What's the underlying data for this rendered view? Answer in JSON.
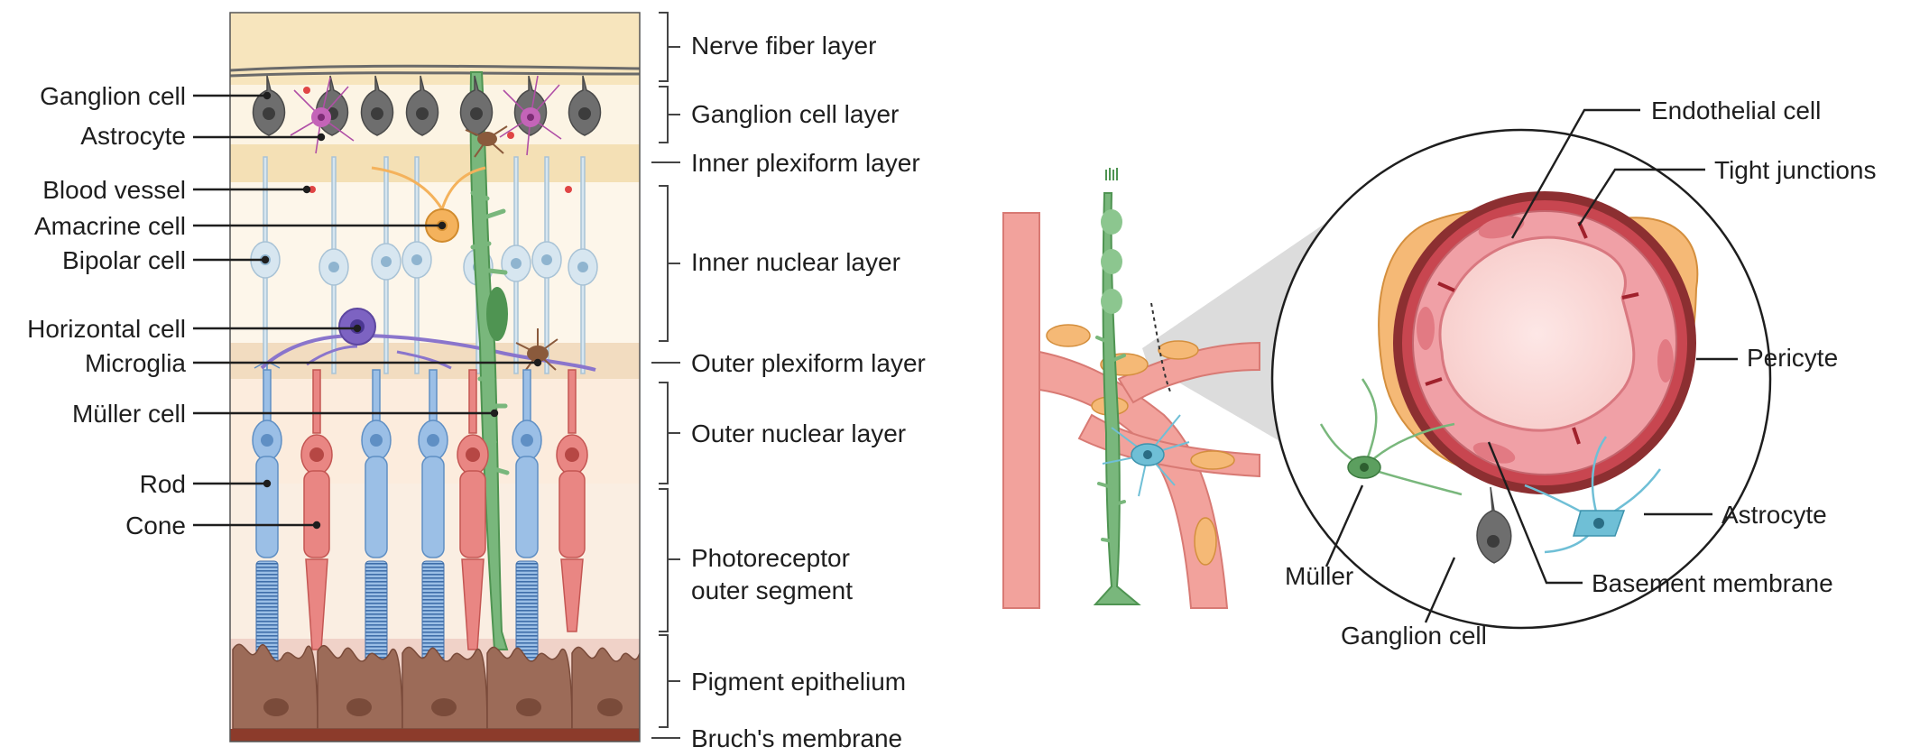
{
  "left_panel": {
    "cell_labels": [
      "Ganglion cell",
      "Astrocyte",
      "Blood vessel",
      "Amacrine cell",
      "Bipolar cell",
      "Horizontal cell",
      "Microglia",
      "Müller cell",
      "Rod",
      "Cone"
    ],
    "layer_labels": [
      "Nerve fiber layer",
      "Ganglion cell layer",
      "Inner plexiform layer",
      "Inner nuclear layer",
      "Outer plexiform layer",
      "Outer nuclear layer",
      "Photoreceptor",
      "outer segment",
      "Pigment epithelium",
      "Bruch's membrane"
    ]
  },
  "right_panel": {
    "labels": [
      "Endothelial cell",
      "Tight junctions",
      "Pericyte",
      "Astrocyte",
      "Basement membrane",
      "Ganglion cell",
      "Müller"
    ]
  },
  "colors": {
    "ganglion": "#6e6e6e",
    "astrocyte": "#b04fa6",
    "amacrine": "#f4b25c",
    "bipolar": "#cfe2ee",
    "horizontal": "#7d63c2",
    "muller": "#79b77c",
    "rod": "#9bbfe6",
    "cone": "#e98683",
    "microglia": "#8a5a3c",
    "vessel": "#f2a29c",
    "pericyte": "#f5b976",
    "endothelial": "#e98d94",
    "rpe": "#9c6b58",
    "bruch": "#8c3b2b"
  }
}
